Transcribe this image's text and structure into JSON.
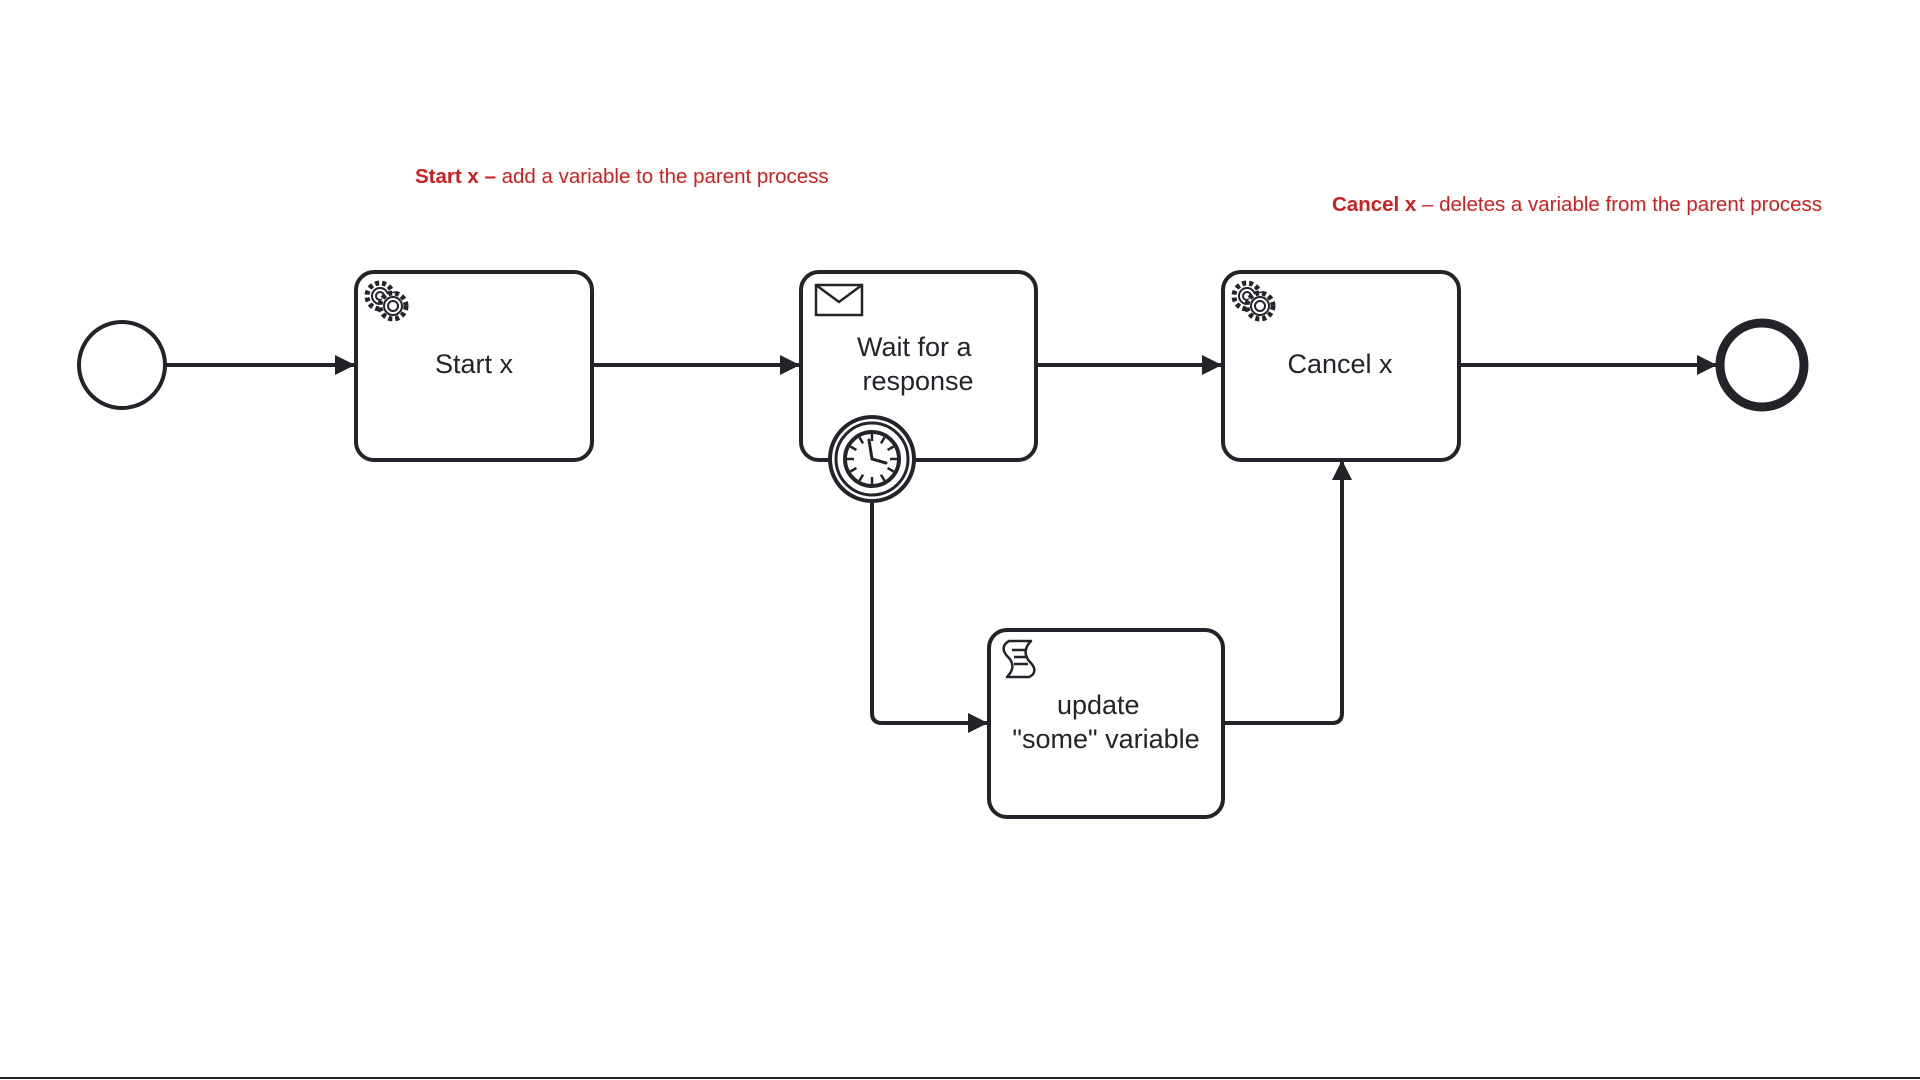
{
  "annotations": {
    "start": {
      "bold": "Start x –",
      "text": " add a variable to the parent process"
    },
    "cancel": {
      "bold": "Cancel x",
      "text": " – deletes a variable from the parent process"
    }
  },
  "tasks": {
    "start_x": {
      "label_lines": [
        "Start x"
      ],
      "icon": "gear-icon"
    },
    "wait_response": {
      "label_lines": [
        "Wait for a",
        "response"
      ],
      "icon": "envelope-icon"
    },
    "cancel_x": {
      "label_lines": [
        "Cancel x"
      ],
      "icon": "gear-icon"
    },
    "update_variable": {
      "label_lines": [
        "update",
        "\"some\" variable"
      ],
      "icon": "script-icon"
    }
  },
  "events": {
    "start_event": {
      "type": "start"
    },
    "end_event": {
      "type": "end"
    },
    "timer_boundary": {
      "type": "timer-boundary",
      "icon": "clock-icon"
    }
  },
  "colors": {
    "stroke": "#22242a",
    "annotation": "#cc1f1f",
    "background": "#ffffff"
  }
}
